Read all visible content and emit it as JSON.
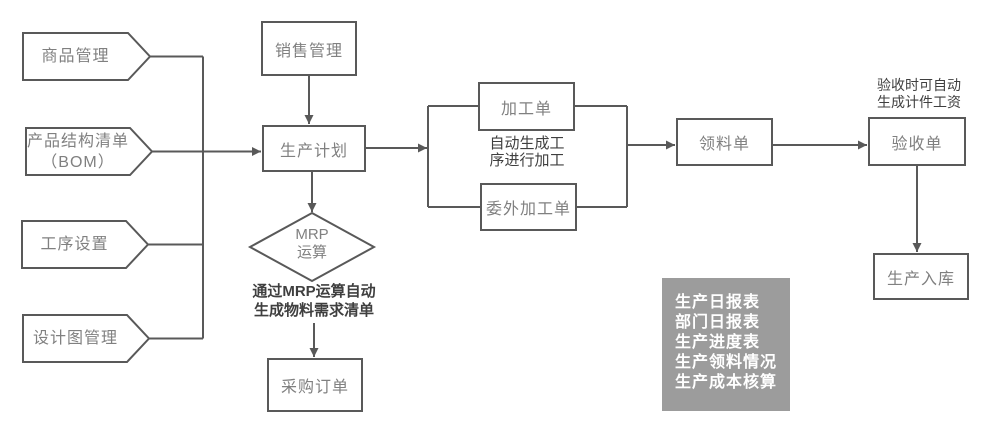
{
  "diagram": {
    "title": "production-workflow-flowchart",
    "inputs": [
      {
        "label": "商品管理"
      },
      {
        "label": "产品结构清单",
        "label2": "（BOM）"
      },
      {
        "label": "工序设置"
      },
      {
        "label": "设计图管理"
      }
    ],
    "nodes": {
      "sales": "销售管理",
      "plan": "生产计划",
      "mrp_line1": "MRP",
      "mrp_line2": "运算",
      "purchase": "采购订单",
      "process": "加工单",
      "outsource": "委外加工单",
      "material": "领料单",
      "acceptance": "验收单",
      "warehouse": "生产入库"
    },
    "annotations": {
      "mrp_note_line1": "通过MRP运算自动",
      "mrp_note_line2": "生成物料需求清单",
      "process_note_line1": "自动生成工",
      "process_note_line2": "序进行加工",
      "acceptance_note_line1": "验收时可自动",
      "acceptance_note_line2": "生成计件工资"
    },
    "report_panel": {
      "items": [
        "生产日报表",
        "部门日报表",
        "生产进度表",
        "生产领料情况",
        "生产成本核算"
      ]
    },
    "colors": {
      "line_stroke": "#595959",
      "box_text": "#808080",
      "note_text": "#3f3f3f",
      "panel_bg": "#9c9c9c",
      "panel_text": "#ffffff",
      "background": "#ffffff"
    }
  }
}
